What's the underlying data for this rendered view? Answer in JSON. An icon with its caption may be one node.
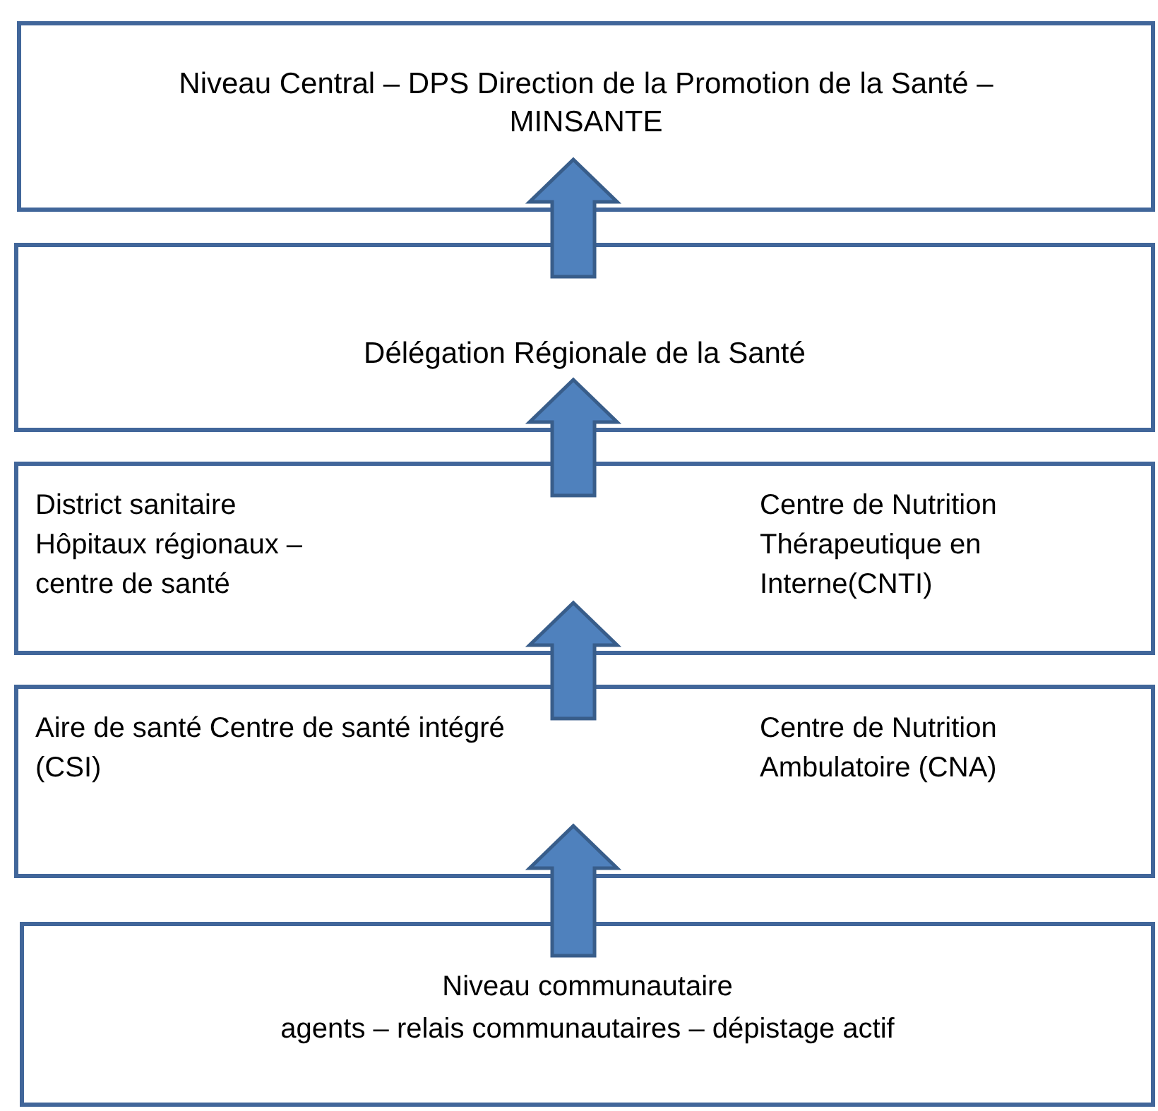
{
  "diagram": {
    "nodes": [
      {
        "text": [
          "Niveau Central – DPS  Direction de la Promotion de la Santé – MINSANTE"
        ]
      },
      {
        "text": [
          "Délégation Régionale de la Santé"
        ]
      },
      {
        "text": [
          "District sanitaire Hôpitaux régionaux – centre de santé",
          "Centre de Nutrition Thérapeutique en Interne(CNTI)"
        ]
      },
      {
        "text": [
          "Aire de santé Centre de santé intégré (CSI)",
          "Centre de Nutrition Ambulatoire (CNA)"
        ]
      },
      {
        "text": [
          "Niveau communautaire",
          "agents – relais communautaires – dépistage actif"
        ]
      }
    ],
    "edges": [
      {
        "from": 4,
        "to": 3,
        "arrow": "to",
        "style": "thick"
      },
      {
        "from": 3,
        "to": 2,
        "arrow": "to",
        "style": "thick"
      },
      {
        "from": 2,
        "to": 1,
        "arrow": "to",
        "style": "thick"
      },
      {
        "from": 1,
        "to": 0,
        "arrow": "to",
        "style": "thick"
      }
    ]
  }
}
